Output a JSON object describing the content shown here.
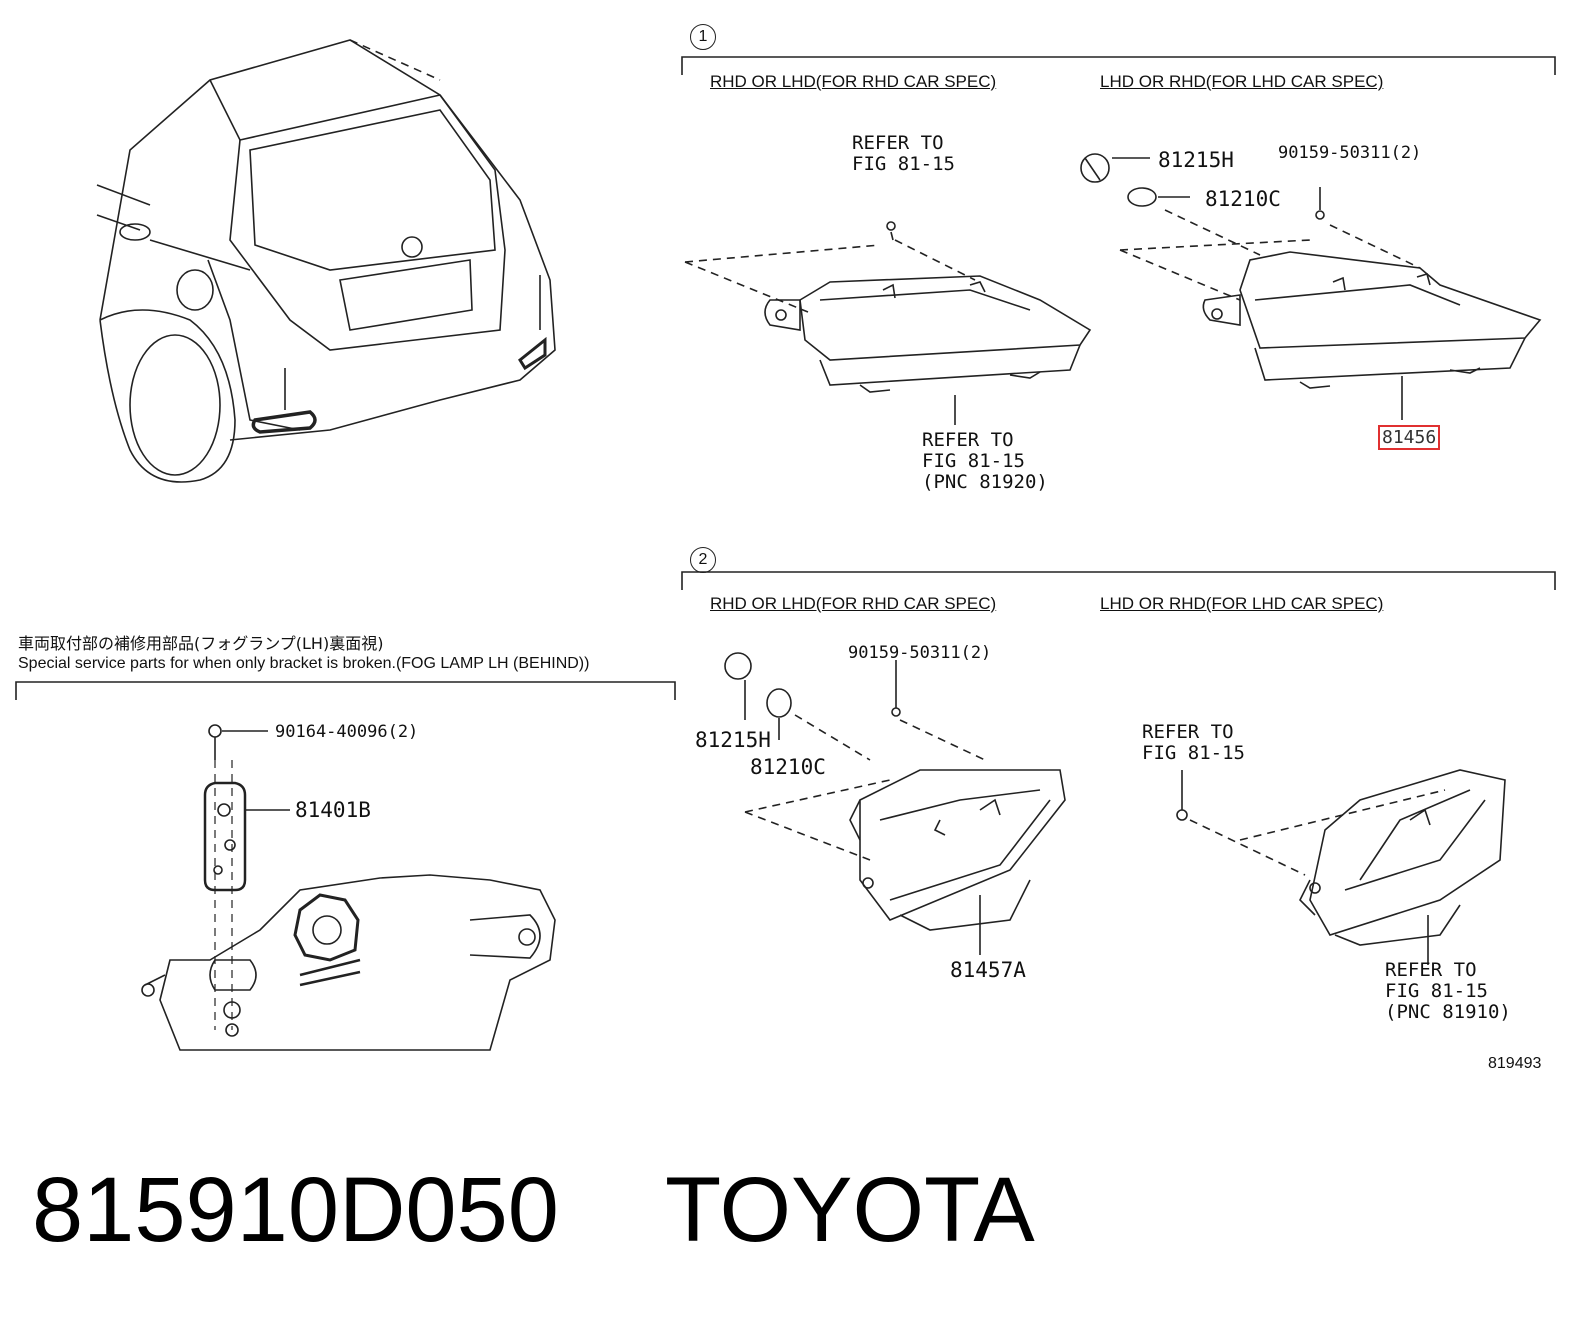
{
  "callouts": {
    "one": "1",
    "two": "2"
  },
  "section1": {
    "header_left": "RHD OR LHD(FOR RHD CAR SPEC)",
    "header_right": "LHD OR RHD(FOR LHD CAR SPEC)",
    "refer_top": "REFER TO\nFIG 81-15",
    "refer_bottom": "REFER TO\nFIG 81-15\n(PNC 81920)",
    "part_bulb_socket": "81215H",
    "part_bulb": "81210C",
    "part_screw": "90159-50311(2)",
    "part_lamp_highlighted": "81456"
  },
  "section2": {
    "header_left": "RHD OR LHD(FOR RHD CAR SPEC)",
    "header_right": "LHD OR RHD(FOR LHD CAR SPEC)",
    "part_screw": "90159-50311(2)",
    "part_bulb_socket": "81215H",
    "part_bulb": "81210C",
    "part_lamp": "81457A",
    "refer_right_top": "REFER TO\nFIG 81-15",
    "refer_right_bottom": "REFER TO\nFIG 81-15\n(PNC 81910)"
  },
  "bracket": {
    "title_jp": "車両取付部の補修用部品(フォグランプ(LH)裏面視)",
    "title_en": "Special service parts for when only bracket is broken.(FOG LAMP LH (BEHIND))",
    "part_screw": "90164-40096(2)",
    "part_bracket": "81401B"
  },
  "figure_id": "819493",
  "footer": {
    "part_number": "815910D050",
    "brand": "TOYOTA"
  },
  "colors": {
    "line": "#222222",
    "highlight": "#e03030"
  }
}
